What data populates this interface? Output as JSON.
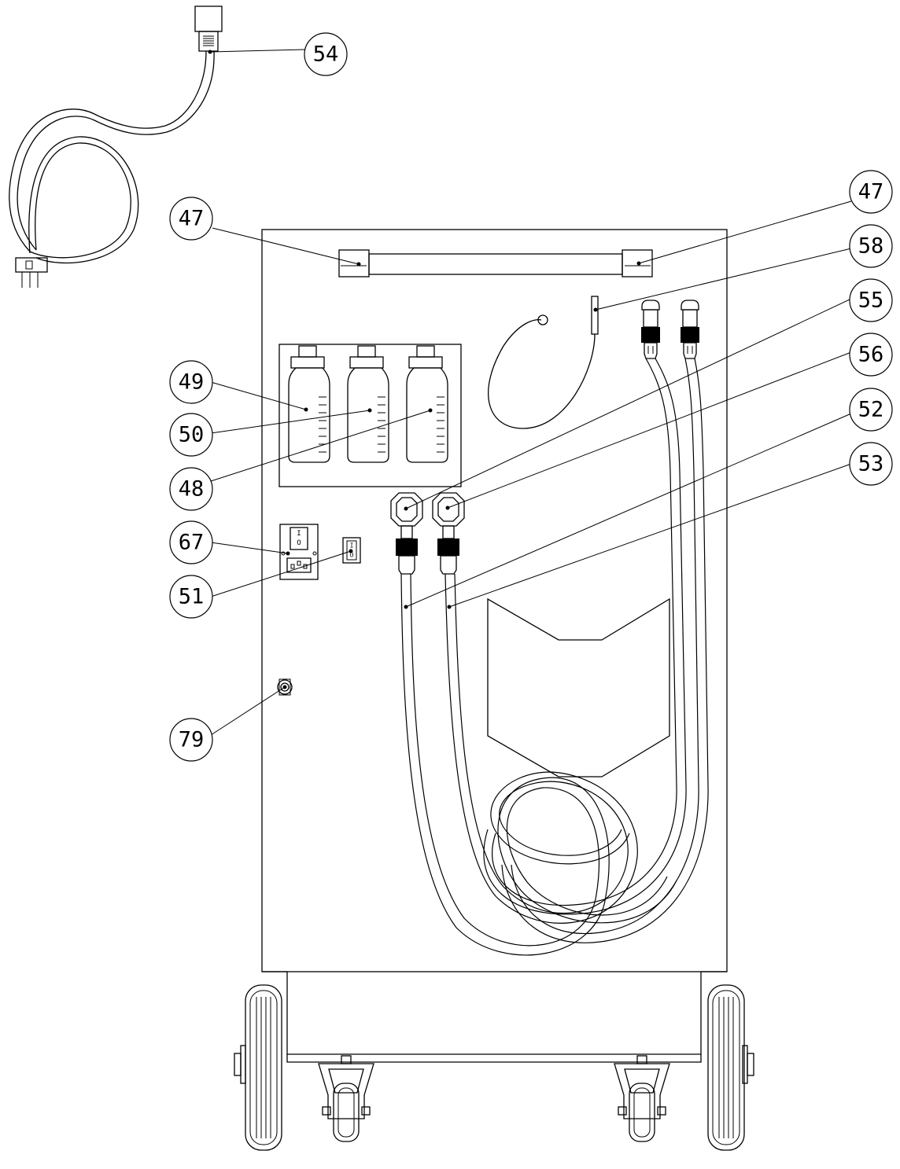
{
  "callouts": [
    {
      "id": "c54a",
      "label": "54"
    },
    {
      "id": "c47a",
      "label": "47"
    },
    {
      "id": "c47b",
      "label": "47"
    },
    {
      "id": "c58",
      "label": "58"
    },
    {
      "id": "c55",
      "label": "55"
    },
    {
      "id": "c56",
      "label": "56"
    },
    {
      "id": "c52",
      "label": "52"
    },
    {
      "id": "c53",
      "label": "53"
    },
    {
      "id": "c49",
      "label": "49"
    },
    {
      "id": "c50",
      "label": "50"
    },
    {
      "id": "c48",
      "label": "48"
    },
    {
      "id": "c67",
      "label": "67"
    },
    {
      "id": "c51",
      "label": "51"
    },
    {
      "id": "c79",
      "label": "79"
    }
  ],
  "switch_marks": {
    "power_on": "I",
    "power_off": "O",
    "aux_on": "I",
    "aux_off": "O"
  }
}
